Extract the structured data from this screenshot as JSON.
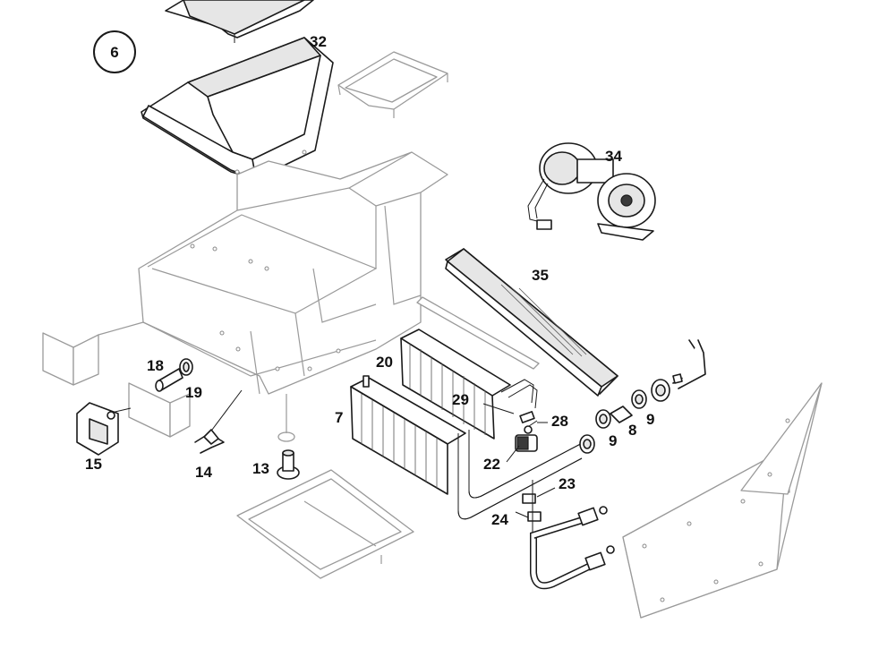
{
  "diagram": {
    "badge": "6",
    "callouts": {
      "c32": "32",
      "c34": "34",
      "c35": "35",
      "c20": "20",
      "c29": "29",
      "c28": "28",
      "c7": "7",
      "c18": "18",
      "c19": "19",
      "c15": "15",
      "c14": "14",
      "c13": "13",
      "c22": "22",
      "c23": "23",
      "c24": "24",
      "c9a": "9",
      "c8": "8",
      "c9b": "9"
    }
  }
}
